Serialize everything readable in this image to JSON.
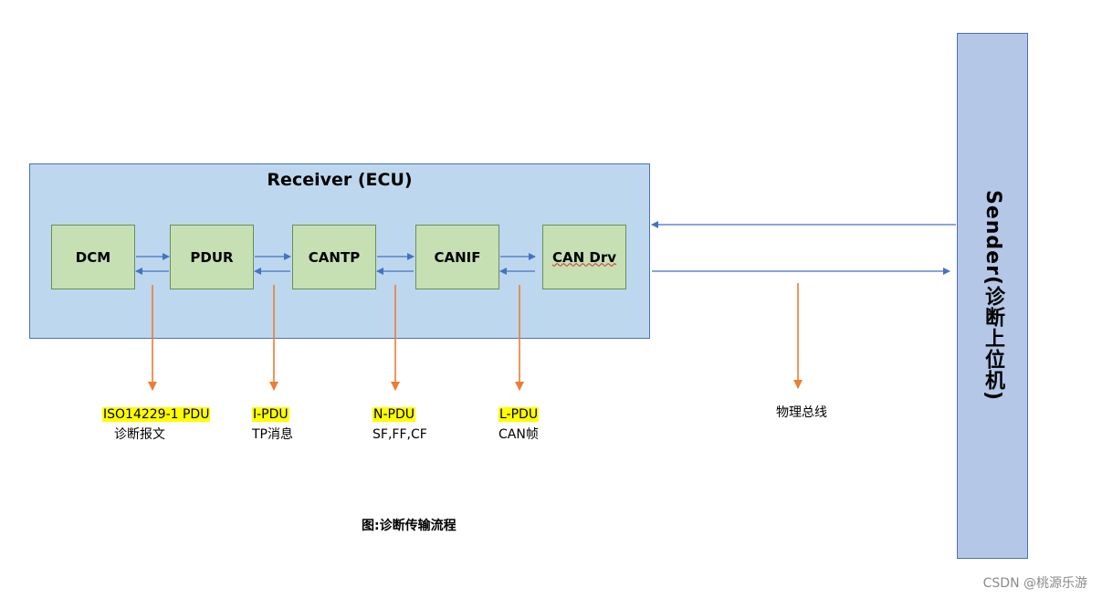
{
  "receiver": {
    "title": "Receiver (ECU)"
  },
  "modules": [
    {
      "label": "DCM"
    },
    {
      "label": "PDUR"
    },
    {
      "label": "CANTP"
    },
    {
      "label": "CANIF"
    },
    {
      "label": "CAN Drv"
    }
  ],
  "sender": {
    "label": "Sender(诊断上位机)"
  },
  "annotations": [
    {
      "pdu": "ISO14229-1 PDU",
      "desc": "诊断报文"
    },
    {
      "pdu": "I-PDU",
      "desc": "TP消息"
    },
    {
      "pdu": "N-PDU",
      "desc": "SF,FF,CF"
    },
    {
      "pdu": "L-PDU",
      "desc": "CAN帧"
    }
  ],
  "bus": {
    "label": "物理总线"
  },
  "caption": "图:诊断传输流程",
  "watermark": "CSDN @桃源乐游",
  "colors": {
    "ecu_fill": "#bdd7ee",
    "module_fill": "#c6e0b4",
    "sender_fill": "#b4c7e7",
    "arrow_blue": "#4472c4",
    "arrow_orange": "#ed7d31",
    "highlight": "#ffff00"
  }
}
